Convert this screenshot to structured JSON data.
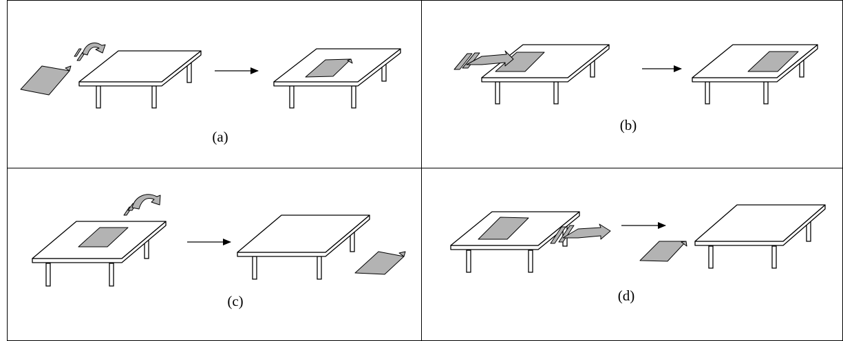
{
  "figure": {
    "panels": [
      {
        "label": "(a)"
      },
      {
        "label": "(b)"
      },
      {
        "label": "(c)"
      },
      {
        "label": "(d)"
      }
    ]
  },
  "colors": {
    "object_fill": "#b3b3b3",
    "line": "#000000",
    "background": "#ffffff"
  }
}
